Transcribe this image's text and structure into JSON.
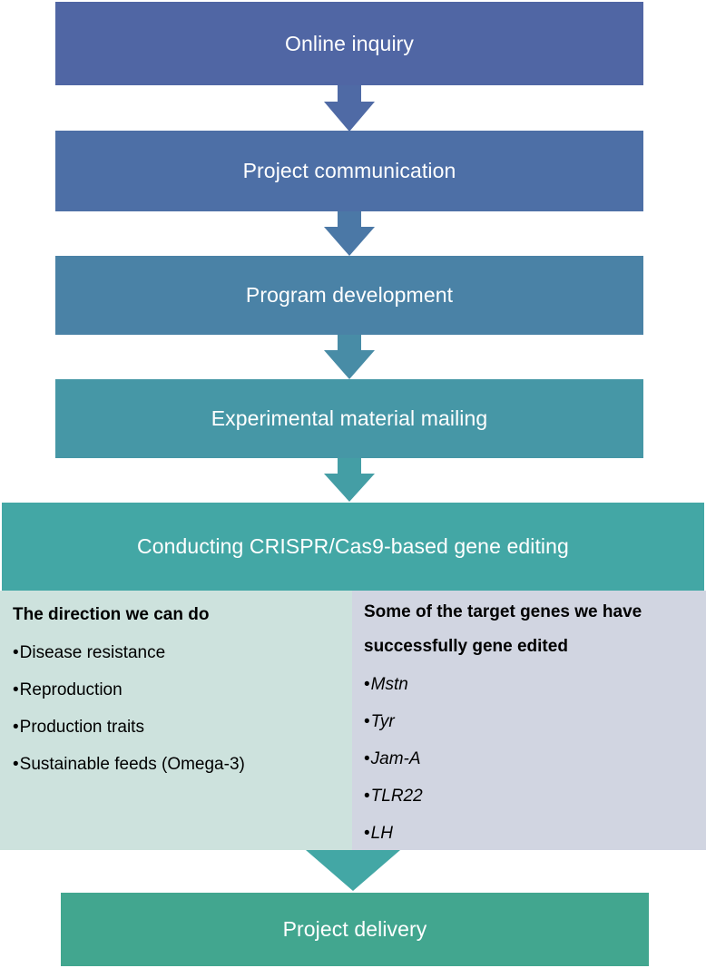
{
  "steps": [
    {
      "label": "Online inquiry",
      "color": "#5066a4"
    },
    {
      "label": "Project communication",
      "color": "#4d6fa6"
    },
    {
      "label": "Program development",
      "color": "#4a82a6"
    },
    {
      "label": "Experimental material mailing",
      "color": "#4697a6"
    },
    {
      "label": "Conducting CRISPR/Cas9-based gene editing",
      "color": "#43a7a5"
    },
    {
      "label": "Project delivery",
      "color": "#42a68f"
    }
  ],
  "left_panel": {
    "heading": "The direction we can do",
    "bullet": "•",
    "items": [
      "Disease resistance",
      "Reproduction",
      "Production traits",
      "Sustainable feeds (Omega-3)"
    ],
    "background": "#cde2dd"
  },
  "right_panel": {
    "heading_line1": "Some of the target genes we have",
    "heading_line2": "successfully gene edited",
    "bullet": "•",
    "items": [
      "Mstn",
      "Tyr",
      "Jam-A",
      "TLR22",
      "LH"
    ],
    "background": "#d1d5e1"
  }
}
